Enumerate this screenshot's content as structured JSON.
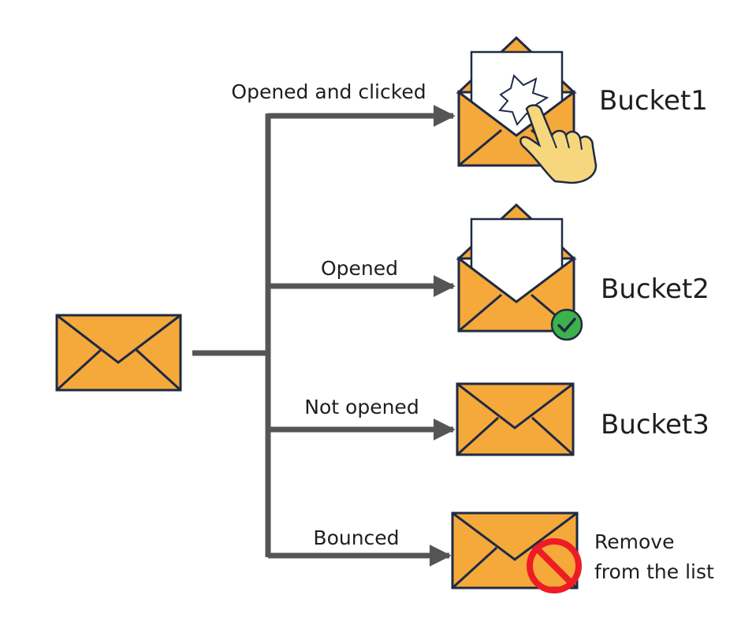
{
  "branches": [
    {
      "label": "Opened and clicked",
      "result": "Bucket1"
    },
    {
      "label": "Opened",
      "result": "Bucket2"
    },
    {
      "label": "Not opened",
      "result": "Bucket3"
    },
    {
      "label": "Bounced",
      "result_line1": "Remove",
      "result_line2": "from the list"
    }
  ],
  "colors": {
    "envelope_fill": "#f5a93a",
    "envelope_stroke": "#1f2a44",
    "connector": "#555555",
    "paper": "#ffffff",
    "hand": "#f6d77e",
    "check_badge": "#3bb34a",
    "no_sign": "#ee1c25"
  },
  "icons": [
    "envelope-icon",
    "open-envelope-click-icon",
    "open-envelope-check-icon",
    "no-sign-icon"
  ]
}
